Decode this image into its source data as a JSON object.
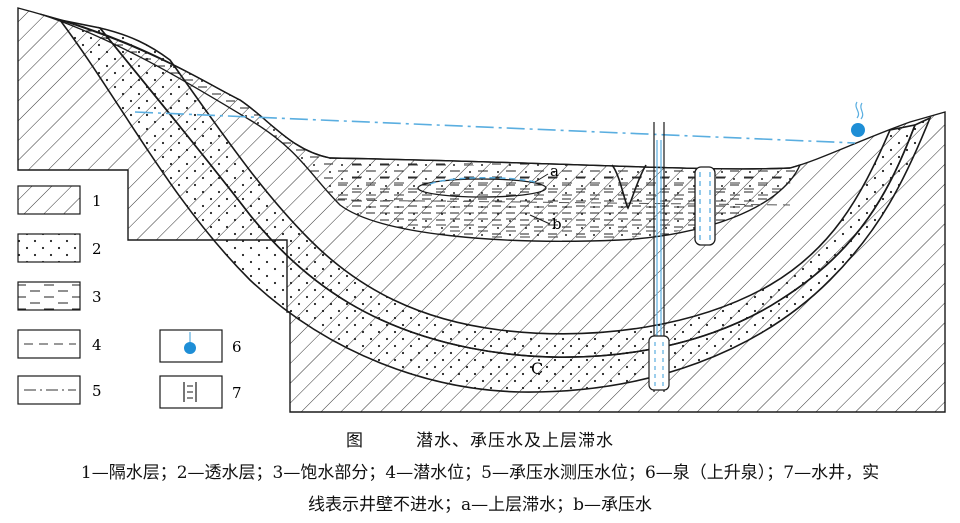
{
  "figure": {
    "fig_label": "图",
    "title": "潜水、承压水及上层滞水",
    "legend_caption_line1": "1—隔水层；2—透水层；3—饱水部分；4—潜水位；5—承压水测压水位；6—泉（上升泉）；7—水井，实",
    "legend_caption_line2": "线表示井壁不进水；a—上层滞水；b—承压水"
  },
  "legend": {
    "items": [
      {
        "num": "1",
        "meaning": "隔水层",
        "pattern": "hatch"
      },
      {
        "num": "2",
        "meaning": "透水层",
        "pattern": "dots"
      },
      {
        "num": "3",
        "meaning": "饱水部分",
        "pattern": "dashes"
      },
      {
        "num": "4",
        "meaning": "潜水位",
        "pattern": "dashed-line"
      },
      {
        "num": "5",
        "meaning": "承压水测压水位",
        "pattern": "dash-dot-line"
      },
      {
        "num": "6",
        "meaning": "泉（上升泉）",
        "pattern": "spring-icon"
      },
      {
        "num": "7",
        "meaning": "水井",
        "pattern": "well-icon"
      }
    ]
  },
  "labels": {
    "a": "a",
    "b": "b",
    "c": "C"
  },
  "colors": {
    "water_blue": "#1e8ed6",
    "line_blue": "#5aaee0",
    "ink": "#1a1a1a"
  }
}
